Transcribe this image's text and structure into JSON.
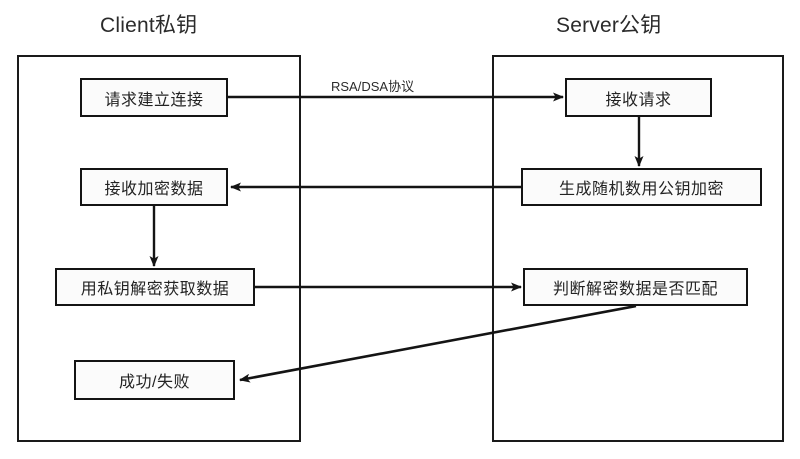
{
  "diagram": {
    "title_client": "Client私钥",
    "title_server": "Server公钥",
    "lanes": [
      {
        "id": "client",
        "label": "Client私钥"
      },
      {
        "id": "server",
        "label": "Server公钥"
      }
    ],
    "nodes": {
      "request_connect": "请求建立连接",
      "receive_request": "接收请求",
      "receive_encrypted": "接收加密数据",
      "generate_random_encrypt": "生成随机数用公钥加密",
      "decrypt_with_private_key": "用私钥解密获取数据",
      "judge_match": "判断解密数据是否匹配",
      "success_fail": "成功/失败"
    },
    "edges": {
      "protocol_label": "RSA/DSA协议"
    },
    "colors": {
      "stroke": "#141414",
      "lane_stroke": "#1a1a1a",
      "text": "#232323",
      "title_text": "#2b2b2b",
      "node_fill": "#fbfbfb",
      "background": "#ffffff"
    }
  }
}
